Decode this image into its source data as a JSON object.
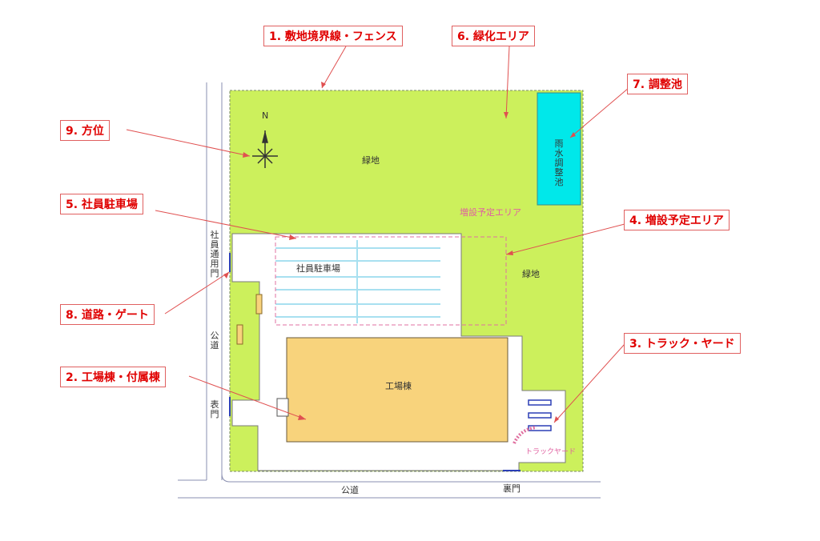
{
  "callouts": {
    "c1": "1. 敷地境界線・フェンス",
    "c2": "2. 工場棟・付属棟",
    "c3": "3. トラック・ヤード",
    "c4": "4. 増設予定エリア",
    "c5": "5. 社員駐車場",
    "c6": "6. 緑化エリア",
    "c7": "7. 調整池",
    "c8": "8. 道路・ゲート",
    "c9": "9. 方位"
  },
  "map_labels": {
    "green_top": "緑地",
    "green_right": "緑地",
    "expansion_area": "増設予定エリア",
    "parking": "社員駐車場",
    "factory": "工場棟",
    "truck_yard": "トラックヤード",
    "public_road_left": "公道",
    "public_road_bottom": "公道",
    "employee_gate": "社員通用門",
    "front_gate": "表門",
    "back_gate": "裏門",
    "retention_pond": "雨水調整池",
    "north": "N"
  },
  "colors": {
    "green": "#ccf05c",
    "factory": "#f8d37c",
    "pond": "#00e8ea",
    "callout_red": "#e00000",
    "leader": "#e05050",
    "boundary_pink": "#e070a0"
  },
  "icons": {
    "compass": "compass-rose-icon"
  }
}
